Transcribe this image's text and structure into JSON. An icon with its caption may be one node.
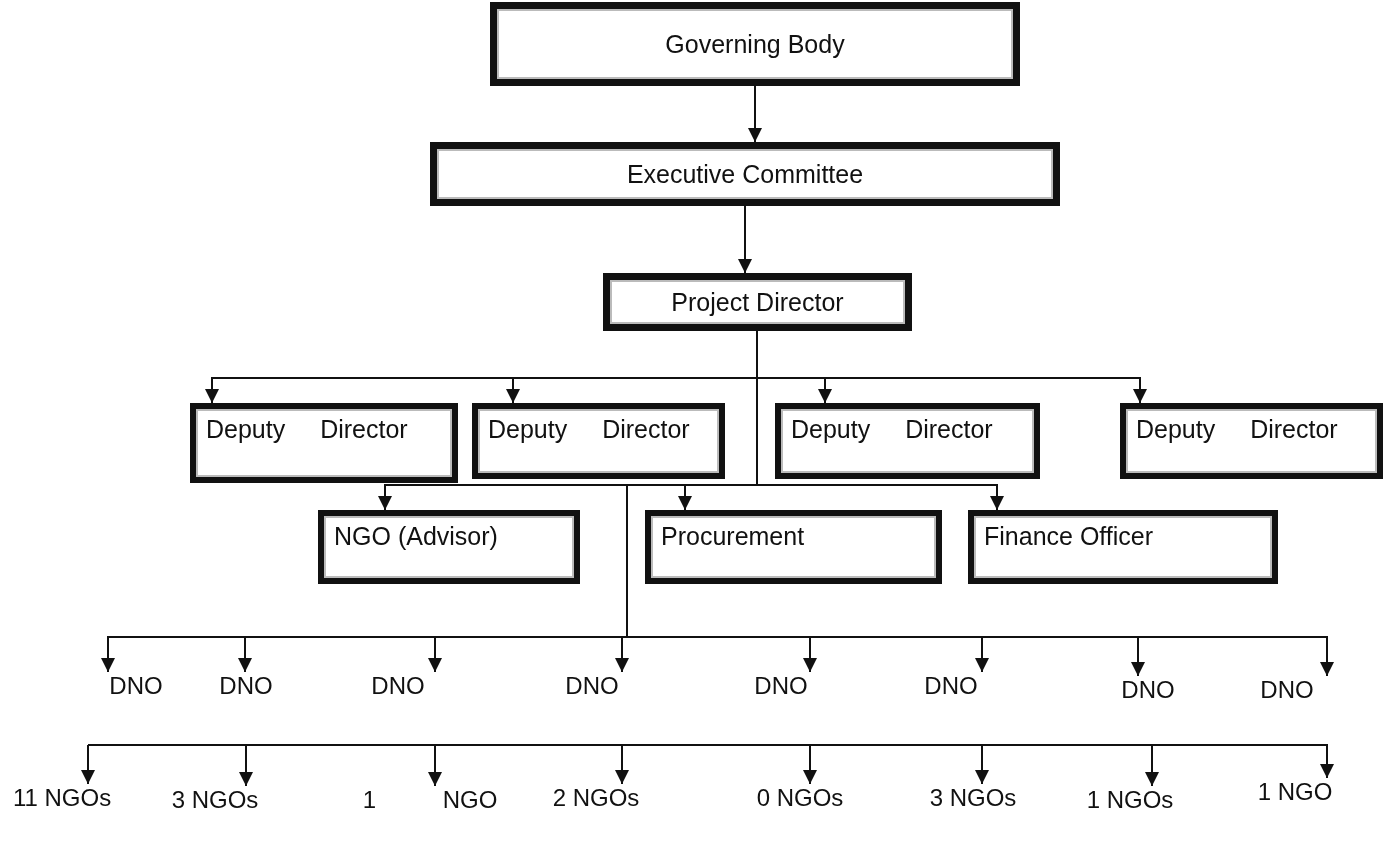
{
  "diagram": {
    "nodes": [
      {
        "text": [
          "Governing Body"
        ]
      },
      {
        "text": [
          "Executive Committee"
        ]
      },
      {
        "text": [
          "Project Director"
        ]
      },
      {
        "text": [
          "Deputy Director"
        ]
      },
      {
        "text": [
          "Deputy Director"
        ]
      },
      {
        "text": [
          "Deputy Director"
        ]
      },
      {
        "text": [
          "Deputy Director"
        ]
      },
      {
        "text": [
          "NGO (Advisor)"
        ]
      },
      {
        "text": [
          "Procurement"
        ]
      },
      {
        "text": [
          "Finance Officer"
        ]
      },
      {
        "text": [
          "DNO"
        ]
      },
      {
        "text": [
          "DNO"
        ]
      },
      {
        "text": [
          "DNO"
        ]
      },
      {
        "text": [
          "DNO"
        ]
      },
      {
        "text": [
          "DNO"
        ]
      },
      {
        "text": [
          "DNO"
        ]
      },
      {
        "text": [
          "DNO"
        ]
      },
      {
        "text": [
          "DNO"
        ]
      },
      {
        "text": [
          "11 NGOs"
        ]
      },
      {
        "text": [
          "3 NGOs"
        ]
      },
      {
        "text": [
          "1 NGO"
        ]
      },
      {
        "text": [
          "2 NGOs"
        ]
      },
      {
        "text": [
          "0 NGOs"
        ]
      },
      {
        "text": [
          "3 NGOs"
        ]
      },
      {
        "text": [
          "1 NGOs"
        ]
      },
      {
        "text": [
          "1 NGO"
        ]
      }
    ],
    "edges": [
      {
        "from": 0,
        "to": 1,
        "arrow": "to"
      },
      {
        "from": 1,
        "to": 2,
        "arrow": "to"
      },
      {
        "from": 2,
        "to": 3,
        "arrow": "to"
      },
      {
        "from": 2,
        "to": 4,
        "arrow": "to"
      },
      {
        "from": 2,
        "to": 5,
        "arrow": "to"
      },
      {
        "from": 2,
        "to": 6,
        "arrow": "to"
      },
      {
        "from": 2,
        "to": 7,
        "arrow": "to"
      },
      {
        "from": 2,
        "to": 8,
        "arrow": "to"
      },
      {
        "from": 2,
        "to": 9,
        "arrow": "to"
      },
      {
        "from": 2,
        "to": 10,
        "arrow": "to"
      },
      {
        "from": 2,
        "to": 11,
        "arrow": "to"
      },
      {
        "from": 2,
        "to": 12,
        "arrow": "to"
      },
      {
        "from": 2,
        "to": 13,
        "arrow": "to"
      },
      {
        "from": 2,
        "to": 14,
        "arrow": "to"
      },
      {
        "from": 2,
        "to": 15,
        "arrow": "to"
      },
      {
        "from": 2,
        "to": 16,
        "arrow": "to"
      },
      {
        "from": 2,
        "to": 17,
        "arrow": "to"
      },
      {
        "from": null,
        "to": 18,
        "arrow": "to"
      },
      {
        "from": null,
        "to": 19,
        "arrow": "to"
      },
      {
        "from": null,
        "to": 20,
        "arrow": "to"
      },
      {
        "from": null,
        "to": 21,
        "arrow": "to"
      },
      {
        "from": null,
        "to": 22,
        "arrow": "to"
      },
      {
        "from": null,
        "to": 23,
        "arrow": "to"
      },
      {
        "from": null,
        "to": 24,
        "arrow": "to"
      },
      {
        "from": null,
        "to": 25,
        "arrow": "to"
      }
    ]
  }
}
